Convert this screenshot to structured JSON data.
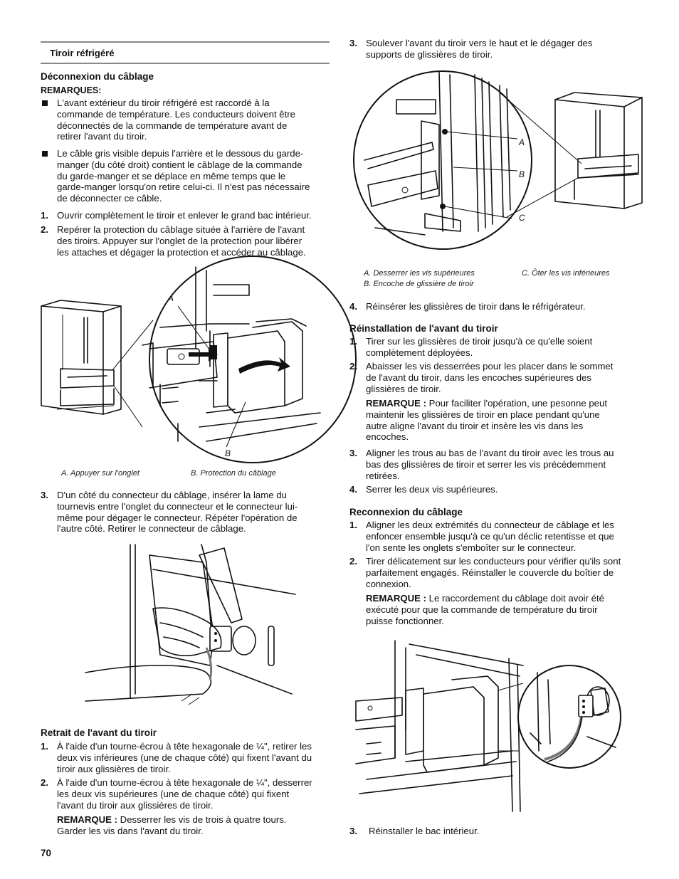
{
  "left": {
    "section_title": "Tiroir réfrigéré",
    "disconnect_heading": "Déconnexion du câblage",
    "remarks_label": "REMARQUES:",
    "bullets": [
      [
        "L'avant extérieur du tiroir réfrigéré est raccordé à la",
        "commande de température. Les conducteurs doivent être",
        "déconnectés de la commande de température avant de",
        "retirer l'avant du tiroir."
      ],
      [
        "Le câble gris visible depuis l'arrière et le dessous du garde-",
        "manger (du côté droit) contient le câblage de la commande",
        "du garde-manger et se déplace en même temps que le",
        "garde-manger lorsqu'on retire celui-ci. Il n'est pas nécessaire",
        "de déconnecter ce câble."
      ]
    ],
    "steps_a": [
      {
        "num": "1.",
        "lines": [
          "Ouvrir complètement le tiroir et enlever le grand bac intérieur."
        ]
      },
      {
        "num": "2.",
        "lines": [
          "Repérer la protection du câblage située à l'arrière de l'avant",
          "des tiroirs. Appuyer sur l'onglet de la protection pour libérer",
          "les attaches et dégager la protection et accéder au câblage."
        ]
      }
    ],
    "fig1": {
      "label_a": "A",
      "label_b": "B",
      "caption_a": "A. Appuyer sur l'onglet",
      "caption_b": "B. Protection du câblage"
    },
    "step3": {
      "num": "3.",
      "lines": [
        "D'un côté du connecteur du câblage, insérer la lame du",
        "tournevis entre l'onglet du connecteur et le connecteur lui-",
        "même pour dégager le connecteur. Répéter l'opération de",
        "l'autre côté. Retirer le connecteur de câblage."
      ]
    },
    "remove_heading": "Retrait de l'avant du tiroir",
    "remove_steps": [
      {
        "num": "1.",
        "lines": [
          "À l'aide d'un tourne-écrou à tête hexagonale de ¼\", retirer les",
          "deux vis inférieures (une de chaque côté) qui fixent l'avant du",
          "tiroir aux glissières de tiroir."
        ]
      },
      {
        "num": "2.",
        "lines": [
          "À l'aide d'un tourne-écrou à tête hexagonale de ¼\", desserrer",
          "les deux vis supérieures (une de chaque côté) qui fixent",
          "l'avant du tiroir aux glissières de tiroir."
        ]
      }
    ],
    "remove_note_label": "REMARQUE :",
    "remove_note_lines": [
      "Desserrer les vis de trois à quatre tours.",
      "Garder les vis dans l'avant du tiroir."
    ],
    "page_number": "70"
  },
  "right": {
    "step3": {
      "num": "3.",
      "lines": [
        "Soulever l'avant du tiroir vers le haut et le dégager des",
        "supports de glissières de tiroir."
      ]
    },
    "fig3": {
      "label_a": "A",
      "label_b": "B",
      "label_c": "C",
      "caption_a": "A. Desserrer les vis supérieures",
      "caption_b": "B. Encoche de glissière de tiroir",
      "caption_c": "C. Ôter les vis inférieures"
    },
    "step4": {
      "num": "4.",
      "lines": [
        "Réinsérer les glissières de tiroir dans le réfrigérateur."
      ]
    },
    "reinstall_heading": "Réinstallation de l'avant du tiroir",
    "reinstall_steps": [
      {
        "num": "1.",
        "lines": [
          "Tirer sur les glissières de tiroir jusqu'à ce qu'elle soient",
          "complètement déployées."
        ]
      },
      {
        "num": "2.",
        "lines": [
          "Abaisser les vis desserrées pour les placer dans le sommet",
          "de l'avant du tiroir, dans les encoches supérieures des",
          "glissières de tiroir."
        ]
      }
    ],
    "reinstall_note_label": "REMARQUE :",
    "reinstall_note_lines": [
      "Pour faciliter l'opération, une pesonne peut",
      "maintenir les glissières de tiroir en place pendant qu'une",
      "autre aligne l'avant du tiroir et insère les vis dans les",
      "encoches."
    ],
    "reinstall_steps_b": [
      {
        "num": "3.",
        "lines": [
          "Aligner les trous au bas de l'avant du tiroir avec les trous au",
          "bas des glissières de tiroir et serrer les vis précédemment",
          "retirées."
        ]
      },
      {
        "num": "4.",
        "lines": [
          "Serrer les deux vis supérieures."
        ]
      }
    ],
    "reconnect_heading": "Reconnexion du câblage",
    "reconnect_steps": [
      {
        "num": "1.",
        "lines": [
          "Aligner les deux extrémités du connecteur de câblage et les",
          "enfoncer ensemble jusqu'à ce qu'un déclic retentisse et que",
          "l'on sente les onglets s'emboîter sur le connecteur."
        ]
      },
      {
        "num": "2.",
        "lines": [
          "Tirer délicatement sur les conducteurs pour vérifier qu'ils sont",
          "parfaitement engagés. Réinstaller le couvercle du boîtier de",
          "connexion."
        ]
      }
    ],
    "reconnect_note_label": "REMARQUE :",
    "reconnect_note_lines": [
      "Le raccordement du câblage doit avoir été",
      "exécuté pour que la commande de température du tiroir",
      "puisse fonctionner."
    ],
    "final_step": {
      "num": "3.",
      "lines": [
        "Réinstaller le bac intérieur."
      ]
    }
  }
}
